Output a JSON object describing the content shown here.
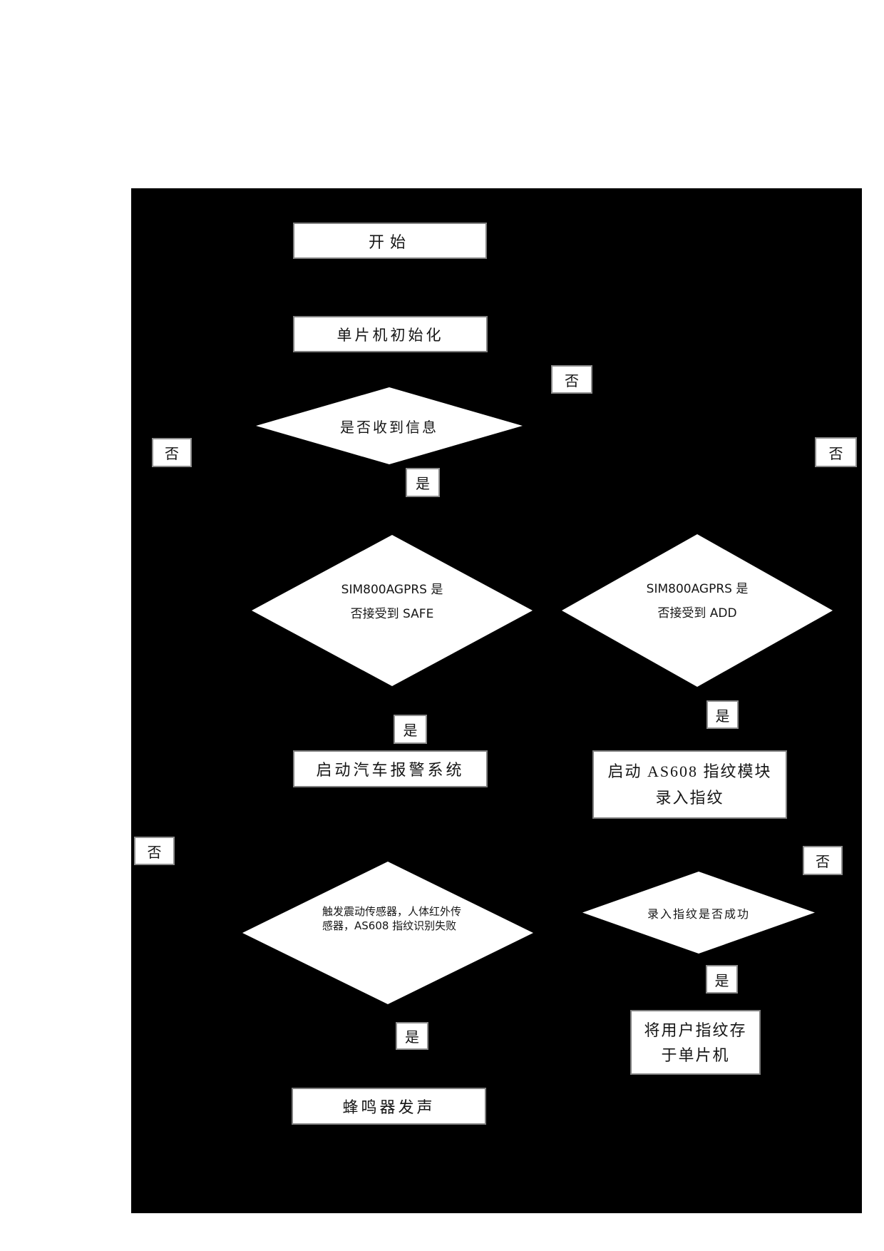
{
  "page": {
    "background_color": "#ffffff",
    "canvas_color": "#000000",
    "shape_fill_color": "#ffffff",
    "shape_border_color": "#7f7f7f",
    "text_color": "#161616"
  },
  "flowchart": {
    "nodes": {
      "start": {
        "label": "开始"
      },
      "init": {
        "label": "单片机初始化"
      },
      "receive_check": {
        "label": "是否收到信息"
      },
      "safe_check": {
        "line1": "SIM800AGPRS 是",
        "line2": "否接受到 SAFE"
      },
      "add_check": {
        "line1": "SIM800AGPRS  是",
        "line2": "否接受到 ADD"
      },
      "alarm": {
        "label": "启动汽车报警系统"
      },
      "as608": {
        "line1": "启动 AS608 指纹模块",
        "line2": "录入指纹"
      },
      "trigger": {
        "line1": "触发震动传感器，人体红外传",
        "line2": "感器，AS608 指纹识别失败"
      },
      "enroll_check": {
        "label": "录入指纹是否成功"
      },
      "store": {
        "line1": "将用户指纹存",
        "line2": "于单片机"
      },
      "buzzer": {
        "label": "蜂鸣器发声"
      }
    },
    "branch_labels": {
      "yes": "是",
      "no": "否"
    }
  }
}
